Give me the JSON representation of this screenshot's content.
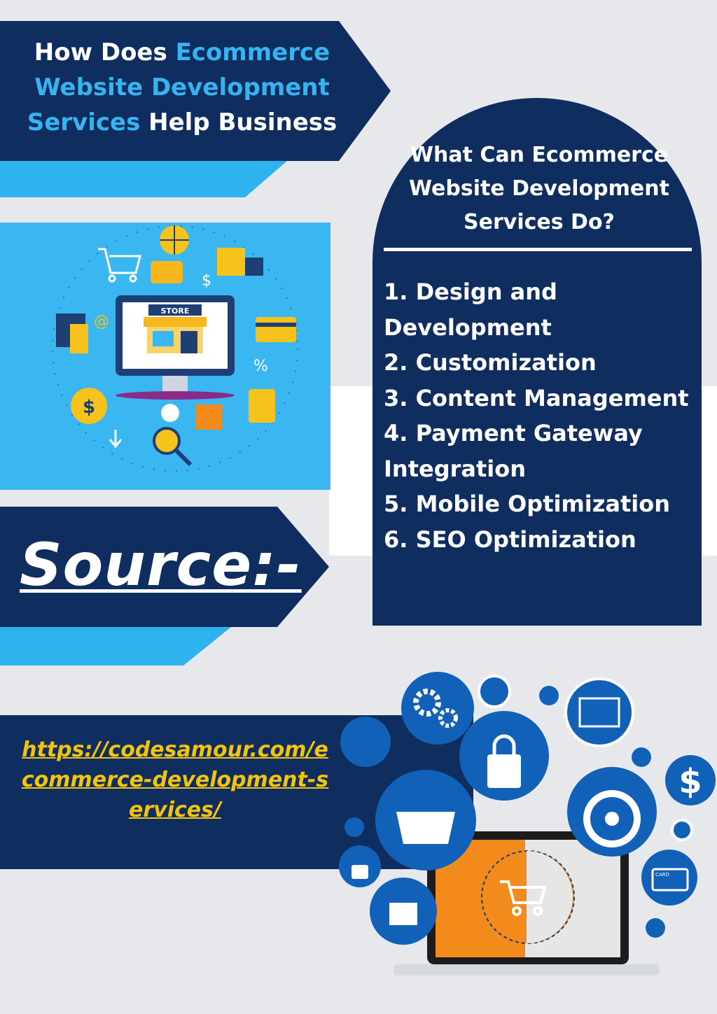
{
  "header": {
    "title_part1": "How Does ",
    "title_highlight1": "Ecommerce Website Development Services",
    "title_part2": " Help Business"
  },
  "card": {
    "title": "What Can Ecommerce Website Development Services Do?",
    "items": [
      "1. Design and Development",
      "2. Customization",
      "3. Content Management",
      "4. Payment Gateway Integration",
      "5. Mobile Optimization",
      "6. SEO Optimization"
    ]
  },
  "illustration": {
    "store_sign": "STORE",
    "card_label": "CARD"
  },
  "source": {
    "label": "Source:-",
    "link": "https://codesamour.com/ecommerce-development-services/"
  },
  "colors": {
    "navy": "#0f2d5e",
    "sky": "#36b4f2",
    "background": "#e7e8ec",
    "link": "#f2c40f",
    "orange": "#f28a1c"
  }
}
